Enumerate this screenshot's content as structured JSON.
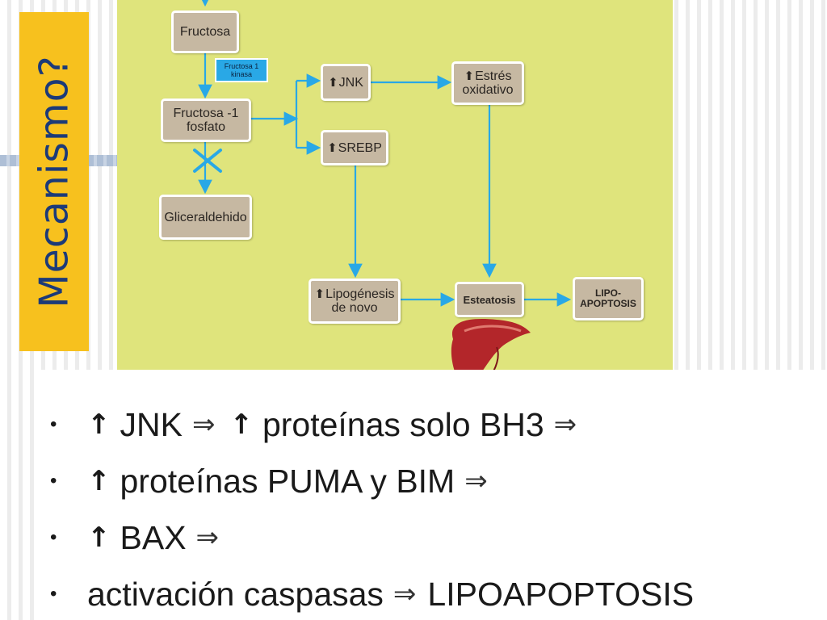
{
  "slide": {
    "title": "Mecanismo?"
  },
  "diagram": {
    "nodes": {
      "fructosa": "Fructosa",
      "enzyme": "Fructosa 1 kinasa",
      "f1p_line1": "Fructosa -1",
      "f1p_line2": "fosfato",
      "gliceraldehido": "Gliceraldehido",
      "jnk": "JNK",
      "srebp": "SREBP",
      "estres_line1": "Estrés",
      "estres_line2": "oxidativo",
      "lipogenesis_line1": "Lipogénesis",
      "lipogenesis_line2": "de novo",
      "esteatosis": "Esteatosis",
      "lipoapoptosis_line1": "LIPO-",
      "lipoapoptosis_line2": "APOPTOSIS"
    },
    "up_arrow_glyph": "⬆",
    "colors": {
      "panel": "#dfe47c",
      "box": "#c6b8a2",
      "arrow": "#29a8e6",
      "enzyme": "#29a8e6",
      "title": "#1c3a78",
      "title_tab": "#f7c11e"
    },
    "icons": [
      "block-x-icon",
      "liver-icon"
    ]
  },
  "bullets": {
    "bullet_char": "•",
    "up_char": "↑",
    "implies_char": "⇒",
    "items": [
      {
        "text": "JNK",
        "text2": "proteínas solo BH3"
      },
      {
        "text": "proteínas PUMA y BIM"
      },
      {
        "text": "BAX"
      },
      {
        "text": "activación caspasas",
        "text2": "LIPOAPOPTOSIS"
      }
    ]
  }
}
